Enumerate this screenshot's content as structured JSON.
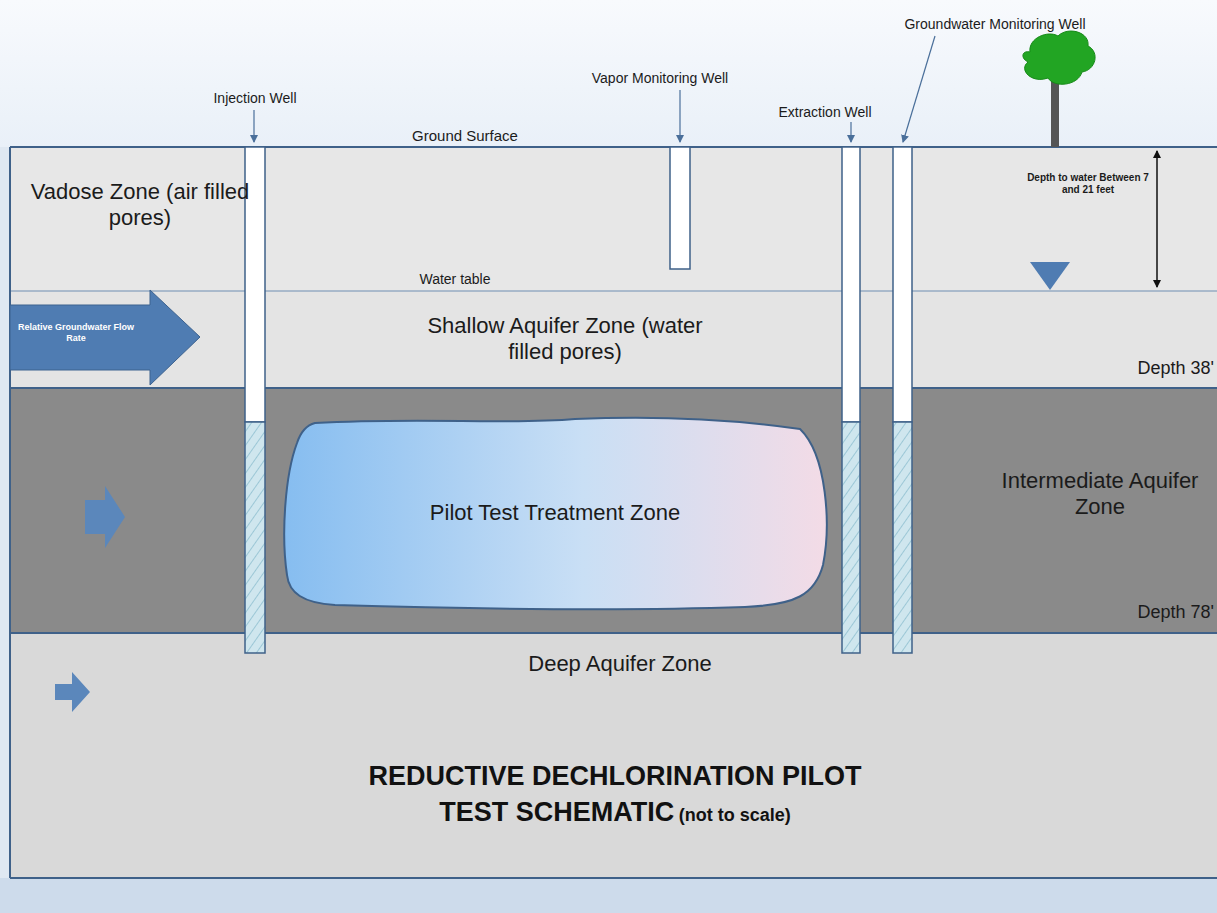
{
  "diagram": {
    "title": "REDUCTIVE DECHLORINATION PILOT TEST SCHEMATIC",
    "nodes": [
      {
        "text": [
          "Vadose Zone (air filled pores)"
        ]
      },
      {
        "text": [
          "Shallow Aquifer Zone (water filled pores)"
        ]
      },
      {
        "text": [
          "Intermediate Aquifer Zone"
        ]
      },
      {
        "text": [
          "Pilot Test Treatment Zone"
        ],
        "in": 2
      },
      {
        "text": [
          "Deep Aquifer Zone"
        ]
      }
    ],
    "labels": [
      "Injection Well",
      "Vapor Monitoring Well",
      "Extraction Well",
      "Groundwater Monitoring Well",
      "Ground Surface",
      "Water table",
      "Relative Groundwater Flow Rate",
      "Depth to water Between 7 and 21 feet",
      "Depth 38'",
      "Depth 78'",
      "(not to scale)"
    ]
  }
}
